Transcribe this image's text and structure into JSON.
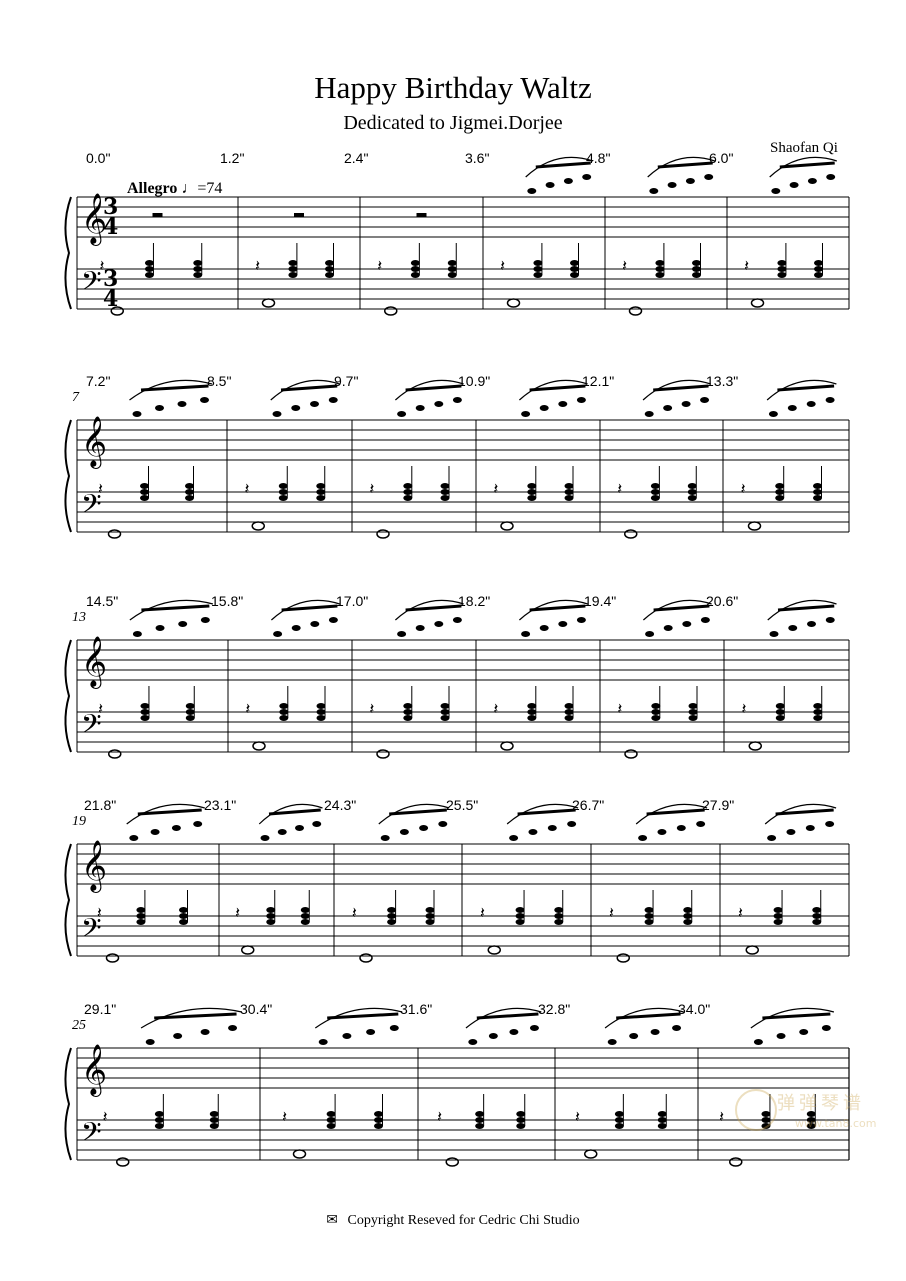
{
  "score": {
    "title": "Happy Birthday Waltz",
    "subtitle": "Dedicated to Jigmei.Dorjee",
    "composer": "Shaofan Qi",
    "tempo_word": "Allegro",
    "tempo_mark": "♩=74",
    "time_signature": "3/4"
  },
  "timestamps": [
    [
      "0.0\"",
      "1.2\"",
      "2.4\"",
      "3.6\"",
      "4.8\"",
      "6.0\""
    ],
    [
      "7.2\"",
      "8.5\"",
      "9.7\"",
      "10.9\"",
      "12.1\"",
      "13.3\""
    ],
    [
      "14.5\"",
      "15.8\"",
      "17.0\"",
      "18.2\"",
      "19.4\"",
      "20.6\""
    ],
    [
      "21.8\"",
      "23.1\"",
      "24.3\"",
      "25.5\"",
      "26.7\"",
      "27.9\""
    ],
    [
      "29.1\"",
      "30.4\"",
      "31.6\"",
      "32.8\"",
      "34.0\""
    ]
  ],
  "measure_numbers": [
    "7",
    "13",
    "19",
    "25"
  ],
  "footer": {
    "icon": "crossed-envelope-icon",
    "text": "Copyright Reseved for Cedric Chi Studio"
  },
  "watermark": {
    "name": "弹弹琴谱",
    "url": "www.tan8.com"
  }
}
